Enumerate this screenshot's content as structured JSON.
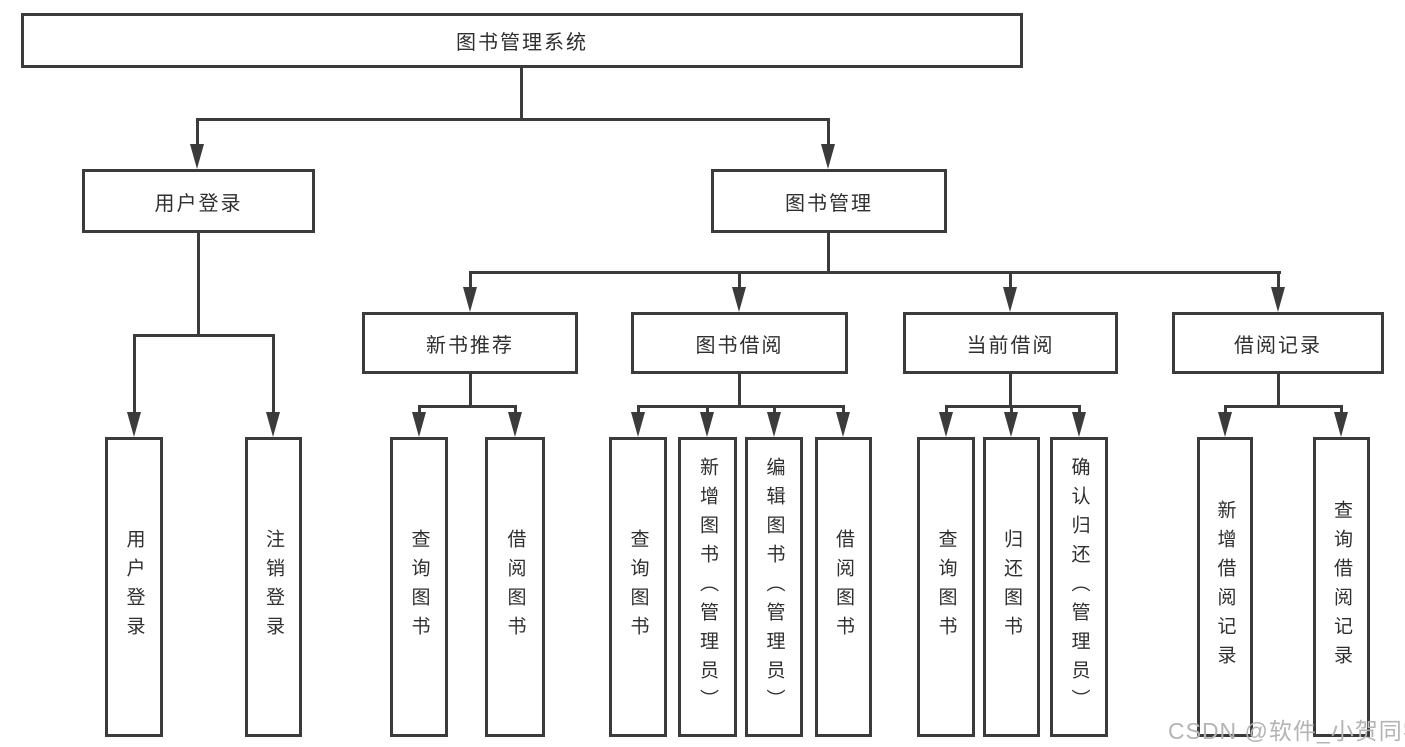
{
  "diagram": {
    "root": {
      "label": "图书管理系统"
    },
    "level2": [
      {
        "label": "用户登录"
      },
      {
        "label": "图书管理"
      }
    ],
    "level3": [
      {
        "label": "新书推荐"
      },
      {
        "label": "图书借阅"
      },
      {
        "label": "当前借阅"
      },
      {
        "label": "借阅记录"
      }
    ],
    "leaves": {
      "user_login": [
        {
          "label": "用户登录"
        },
        {
          "label": "注销登录"
        }
      ],
      "new_book": [
        {
          "label": "查询图书"
        },
        {
          "label": "借阅图书"
        }
      ],
      "book_borrow": [
        {
          "label": "查询图书"
        },
        {
          "label": "新增图书（管理员）"
        },
        {
          "label": "编辑图书（管理员）"
        },
        {
          "label": "借阅图书"
        }
      ],
      "current_borrow": [
        {
          "label": "查询图书"
        },
        {
          "label": "归还图书"
        },
        {
          "label": "确认归还（管理员）"
        }
      ],
      "borrow_record": [
        {
          "label": "新增借阅记录"
        },
        {
          "label": "查询借阅记录"
        }
      ]
    },
    "watermark": "CSDN @软件_小贺同学",
    "colors": {
      "line": "#3b3b3b",
      "text": "#2f2f2f",
      "watermark": "#b4b4b4",
      "background": "#ffffff"
    }
  }
}
